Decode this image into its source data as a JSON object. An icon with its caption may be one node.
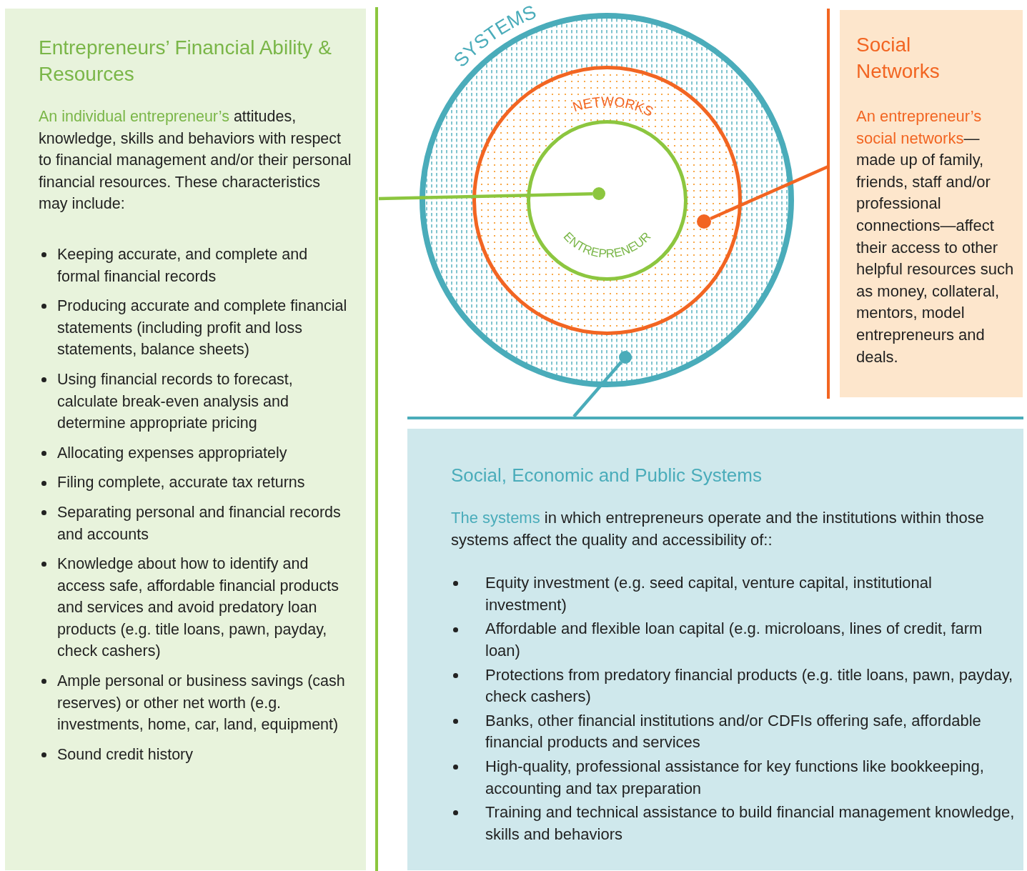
{
  "diagram": {
    "nodes": [
      {
        "text": [
          "Entrepreneurs’ Financial Ability & Resources",
          "**An individual entrepreneur’s** attitudes, knowledge, skills and behaviors with respect to financial management and/or their personal financial resources. These characteristics may include:",
          "Keeping accurate, and complete and formal financial records",
          "Producing accurate and complete financial statements (including profit and loss statements, balance sheets)",
          "Using financial records to forecast, calculate break-even analysis and determine appropriate pricing",
          "Allocating expenses appropriately",
          "Filing complete, accurate tax returns",
          "Separating personal and financial records and accounts",
          "Knowledge about how to identify and access safe, affordable financial products and services and avoid predatory loan products (e.g. title loans, pawn, payday, check cashers)",
          "Ample personal or business savings (cash reserves) or other net worth (e.g. investments, home, car, land, equipment)",
          "Sound credit history"
        ]
      },
      {
        "text": [
          "SYSTEMS"
        ]
      },
      {
        "text": [
          "NETWORKS"
        ],
        "in": 1
      },
      {
        "text": [
          "ENTREPRENEUR"
        ],
        "in": 2
      },
      {
        "text": [],
        "shape": "circle",
        "in": 3
      },
      {
        "text": [],
        "shape": "circle",
        "in": 2
      },
      {
        "text": [],
        "shape": "circle",
        "in": 1
      },
      {
        "text": [
          "Social Networks",
          "**An entrepreneur’s social networks**—made up of family, friends, staff and/or professional connections—affect their access to other helpful resources such as money, collateral, mentors, model entrepreneurs and deals."
        ]
      },
      {
        "text": [
          "Social, Economic and Public Systems",
          "**The systems** in which entrepreneurs operate and the institutions within those systems affect the quality and accessibility of::",
          "Equity investment (e.g. seed capital, venture capital, institutional investment)",
          "Affordable and flexible loan capital (e.g. microloans, lines of credit, farm loan)",
          "Protections from predatory financial products (e.g. title loans, pawn, payday, check cashers)",
          "Banks, other financial institutions and/or CDFIs offering safe, affordable financial products and services",
          "High-quality, professional assistance for key functions like bookkeeping, accounting and tax preparation",
          "Training and technical assistance to build financial management knowledge, skills and behaviors"
        ]
      }
    ],
    "edges": [
      {
        "from": 0,
        "to": 4,
        "arrow": "none",
        "color": "#8cc63f"
      },
      {
        "from": 7,
        "to": 5,
        "arrow": "none",
        "color": "#f26522"
      },
      {
        "from": 8,
        "to": 6,
        "arrow": "none",
        "color": "#4aacba"
      }
    ]
  }
}
